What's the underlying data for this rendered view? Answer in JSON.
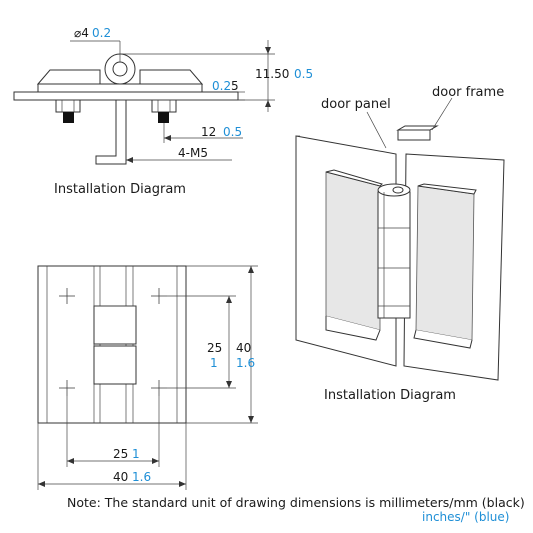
{
  "top_view": {
    "hole_dia_symbol": "⌀",
    "hole_dia_mm": "4",
    "hole_dia_in": "0.2",
    "height_mm": "11.50",
    "height_in": "0.5",
    "thickness_in": "0.2",
    "thickness_mm": "5",
    "offset_mm": "12",
    "offset_in": "0.5",
    "screw_label": "4-M5",
    "caption": "Installation Diagram"
  },
  "front_view": {
    "hole_spacing_v_mm": "25",
    "hole_spacing_v_in": "1",
    "height_mm": "40",
    "height_in": "1.6",
    "hole_spacing_h_mm": "25",
    "hole_spacing_h_in": "1",
    "width_mm": "40",
    "width_in": "1.6"
  },
  "iso_view": {
    "label_door_panel": "door panel",
    "label_door_frame": "door frame",
    "caption": "Installation Diagram"
  },
  "note": {
    "line1": "Note: The standard unit of drawing dimensions is millimeters/mm (black)",
    "line2": "inches/\" (blue)"
  },
  "colors": {
    "black_unit": "#1a1a1a",
    "blue_unit": "#1f8fd6"
  }
}
